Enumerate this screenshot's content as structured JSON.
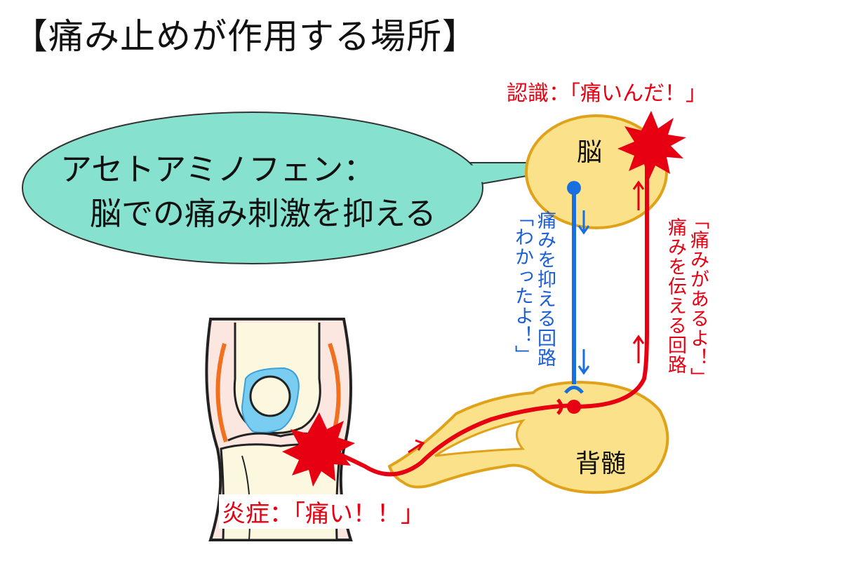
{
  "title": "【痛み止めが作用する場所】",
  "brain": {
    "label": "脳",
    "recognition_text": "認識：「痛いんだ！」"
  },
  "spinal_cord": {
    "label": "背髄"
  },
  "inflammation": {
    "text": "炎症：「痛い！！」"
  },
  "speech_bubble": {
    "line1": "アセトアミノフェン：",
    "line2": "脳での痛み刺激を抑える"
  },
  "pathways": {
    "inhibit": {
      "name": "痛みを抑える回路",
      "message": "「わかったよ！」",
      "color": "#1a6fe0"
    },
    "transmit": {
      "name": "痛みを伝える回路",
      "message": "「痛みがあるよ！」",
      "color": "#e60012"
    }
  },
  "colors": {
    "organ_fill": "#fbe28a",
    "organ_stroke": "#e0a21a",
    "bubble_fill": "#86e2cf",
    "pain_red": "#e60012"
  }
}
